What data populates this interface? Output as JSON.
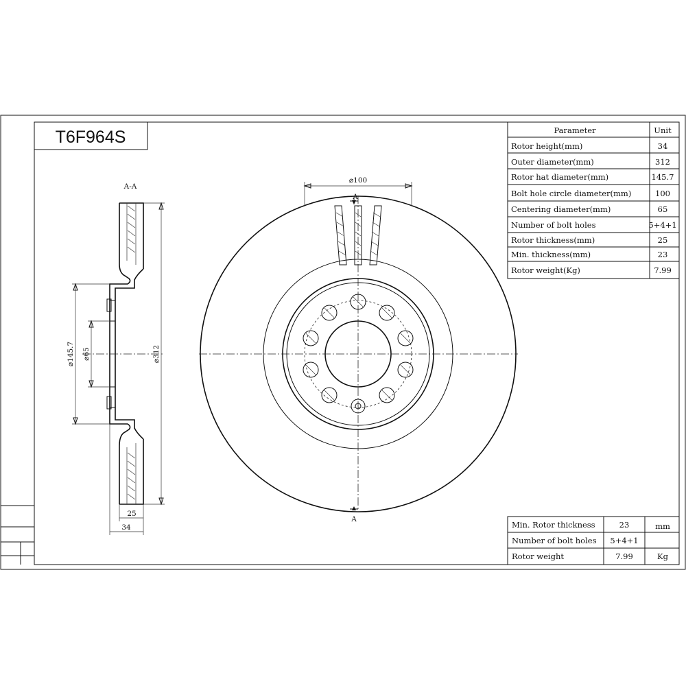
{
  "part_number": "T6F964S",
  "section_label": "A-A",
  "section_marker": "A",
  "dimensions": {
    "bolt_circle": "⌀100",
    "hat_diameter": "⌀145.7",
    "centering_diameter": "⌀65",
    "outer_diameter": "⌀312",
    "rotor_thickness": "25",
    "rotor_height": "34"
  },
  "param_table": {
    "header": {
      "parameter": "Parameter",
      "unit": "Unit"
    },
    "rows": [
      {
        "label": "Rotor height(mm)",
        "value": "34"
      },
      {
        "label": "Outer diameter(mm)",
        "value": "312"
      },
      {
        "label": "Rotor hat diameter(mm)",
        "value": "145.7"
      },
      {
        "label": "Bolt hole circle diameter(mm)",
        "value": "100"
      },
      {
        "label": "Centering diameter(mm)",
        "value": "65"
      },
      {
        "label": "Number of bolt holes",
        "value": "5+4+1"
      },
      {
        "label": "Rotor thickness(mm)",
        "value": "25"
      },
      {
        "label": "Min. thickness(mm)",
        "value": "23"
      },
      {
        "label": "Rotor weight(Kg)",
        "value": "7.99"
      }
    ]
  },
  "summary_table": {
    "rows": [
      {
        "label": "Min. Rotor thickness",
        "value": "23",
        "unit": "mm"
      },
      {
        "label": "Number of bolt holes",
        "value": "5+4+1",
        "unit": ""
      },
      {
        "label": "Rotor weight",
        "value": "7.99",
        "unit": "Kg"
      }
    ]
  }
}
